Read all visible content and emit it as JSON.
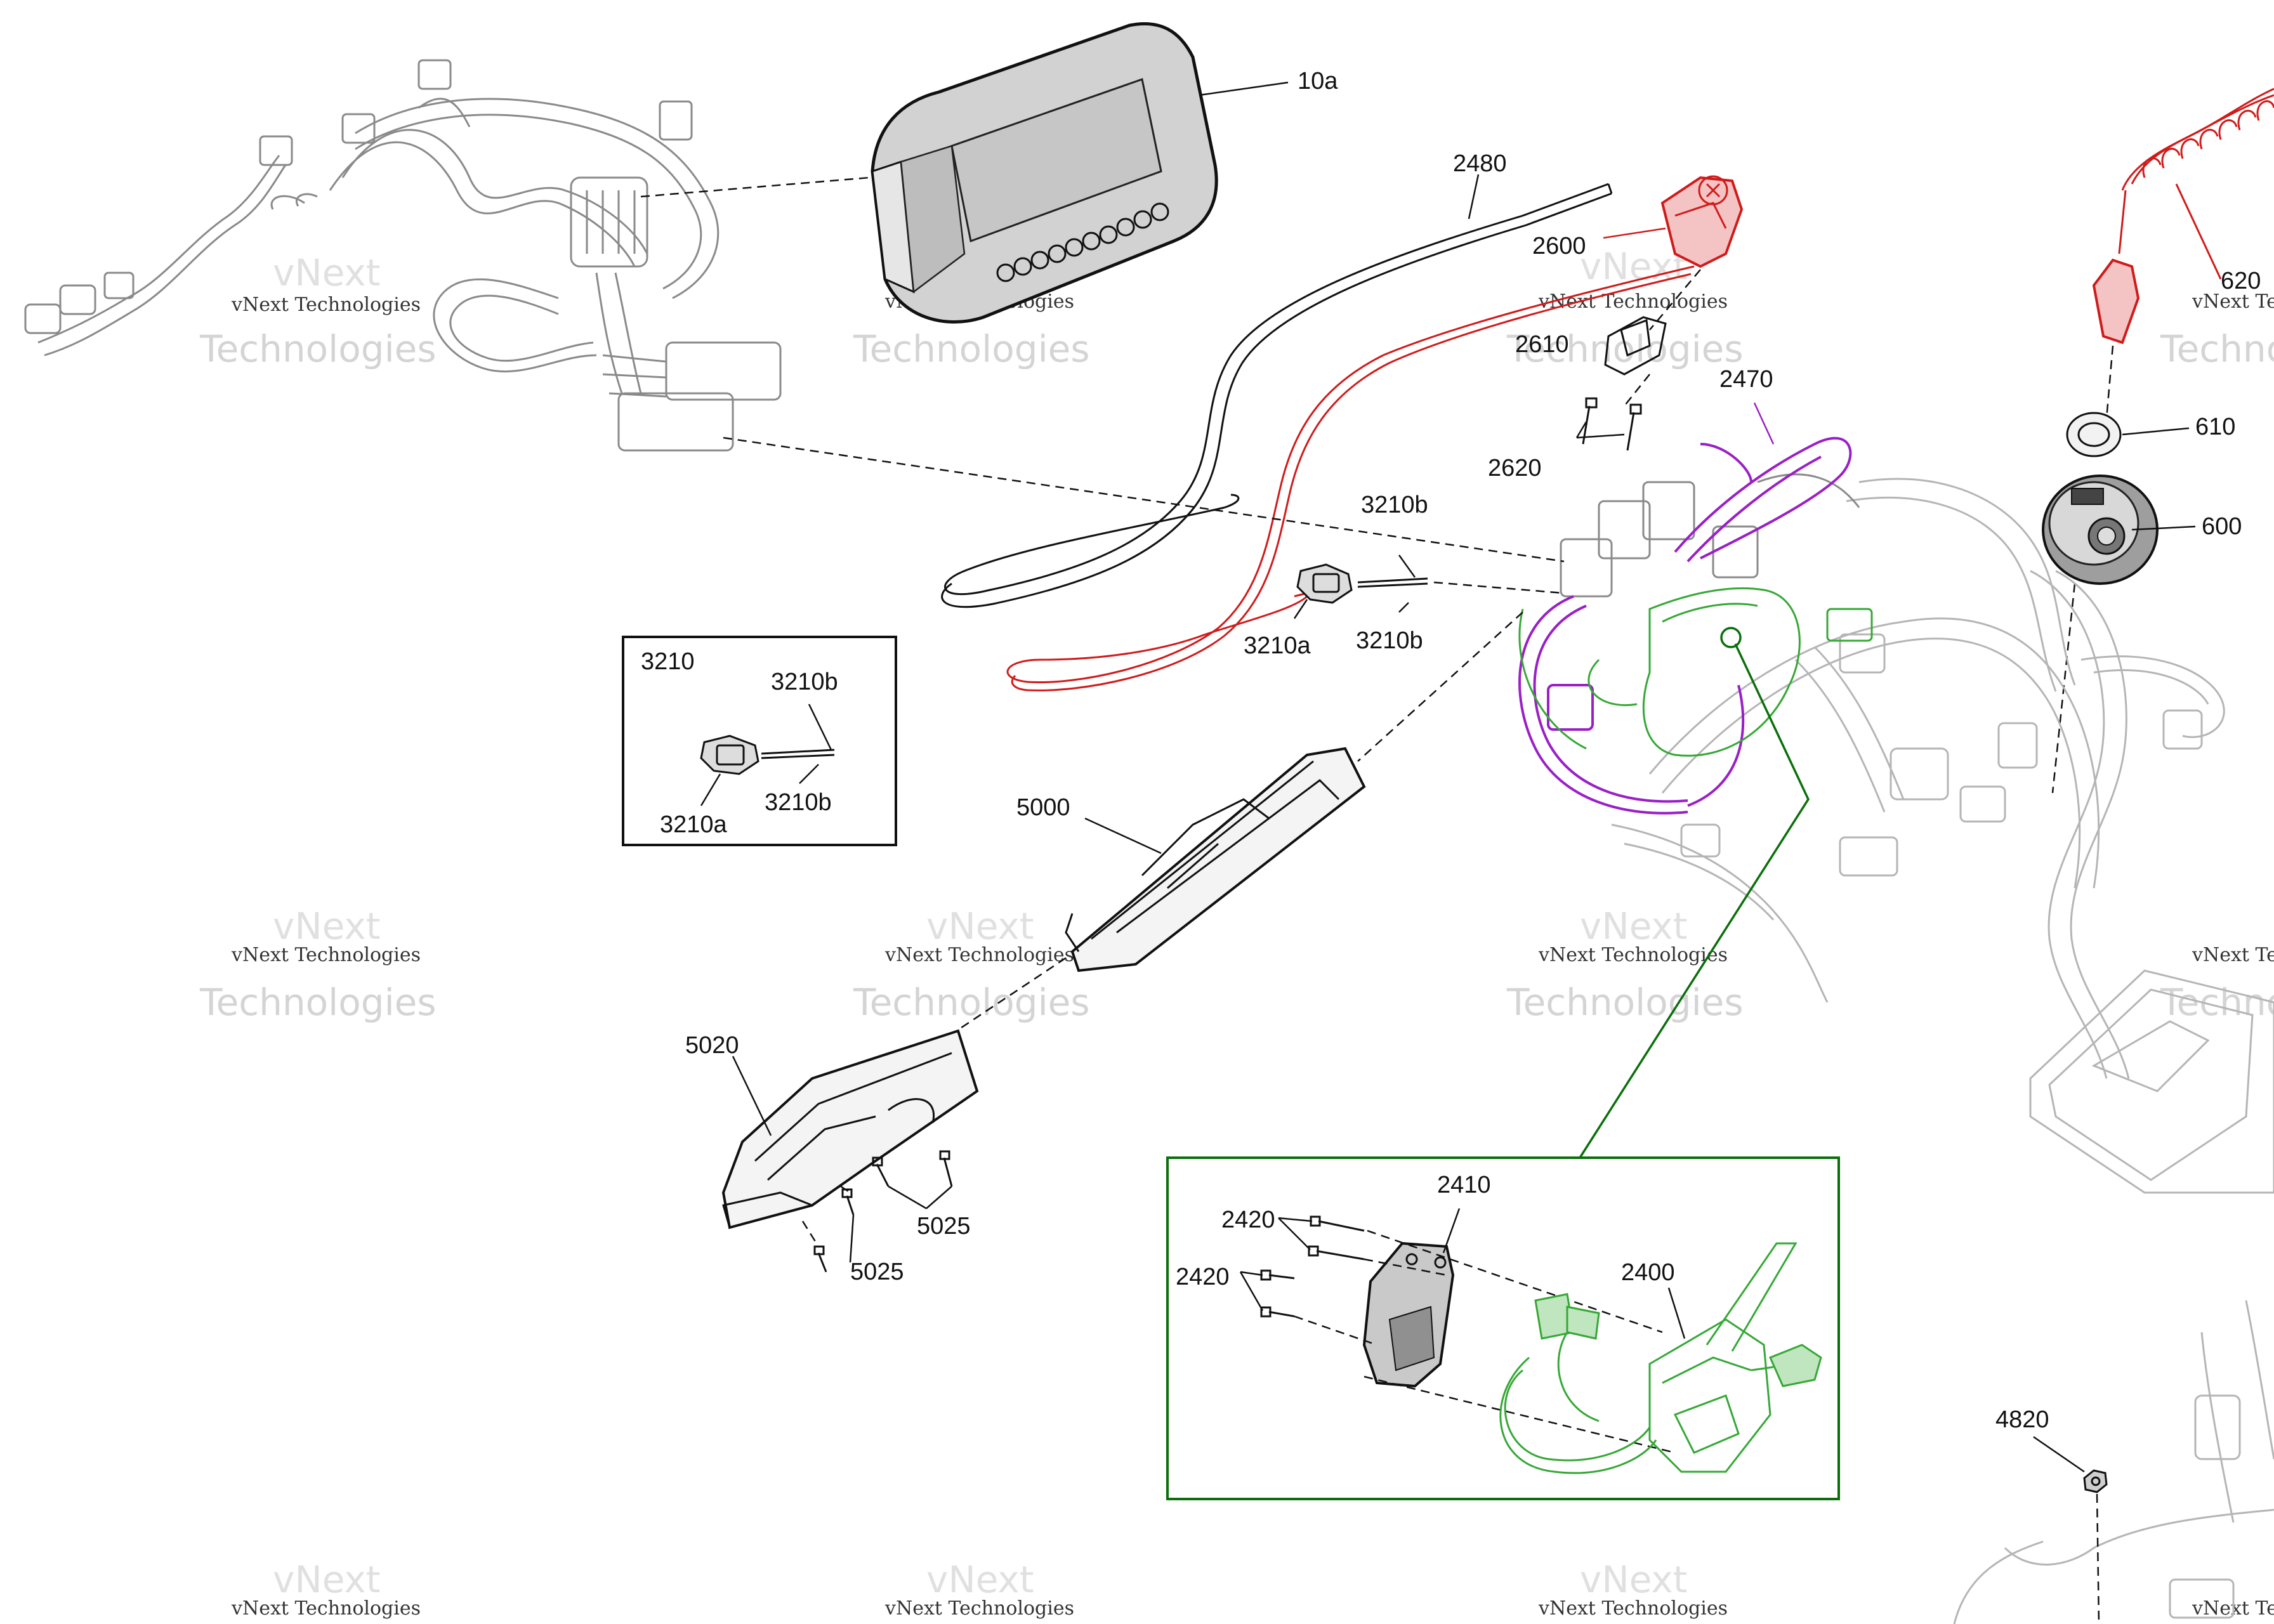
{
  "watermark": {
    "line1": "vNext Technologies",
    "line2": "Technologies",
    "line3": "vNext"
  },
  "inset_3210": {
    "title": "3210",
    "labels": [
      "3210b",
      "3210a",
      "3210b"
    ]
  },
  "inset_2400": {
    "labels": [
      "2410",
      "2420",
      "2420",
      "2400"
    ]
  },
  "callouts": {
    "p10a": "10a",
    "p2480": "2480",
    "p2600": "2600",
    "p2610": "2610",
    "p2620": "2620",
    "p2470": "2470",
    "p620": "620",
    "p610": "610",
    "p600": "600",
    "p3210b_top": "3210b",
    "p3210a": "3210a",
    "p3210b_bottom": "3210b",
    "p5000": "5000",
    "p5020": "5020",
    "p5025_right": "5025",
    "p5025_bottom": "5025",
    "p4820": "4820"
  },
  "colors": {
    "red_highlight": "#d11a1a",
    "purple_highlight": "#9a1fc7",
    "green_highlight": "#35a835",
    "inset_green_frame": "#0a6f0a"
  }
}
